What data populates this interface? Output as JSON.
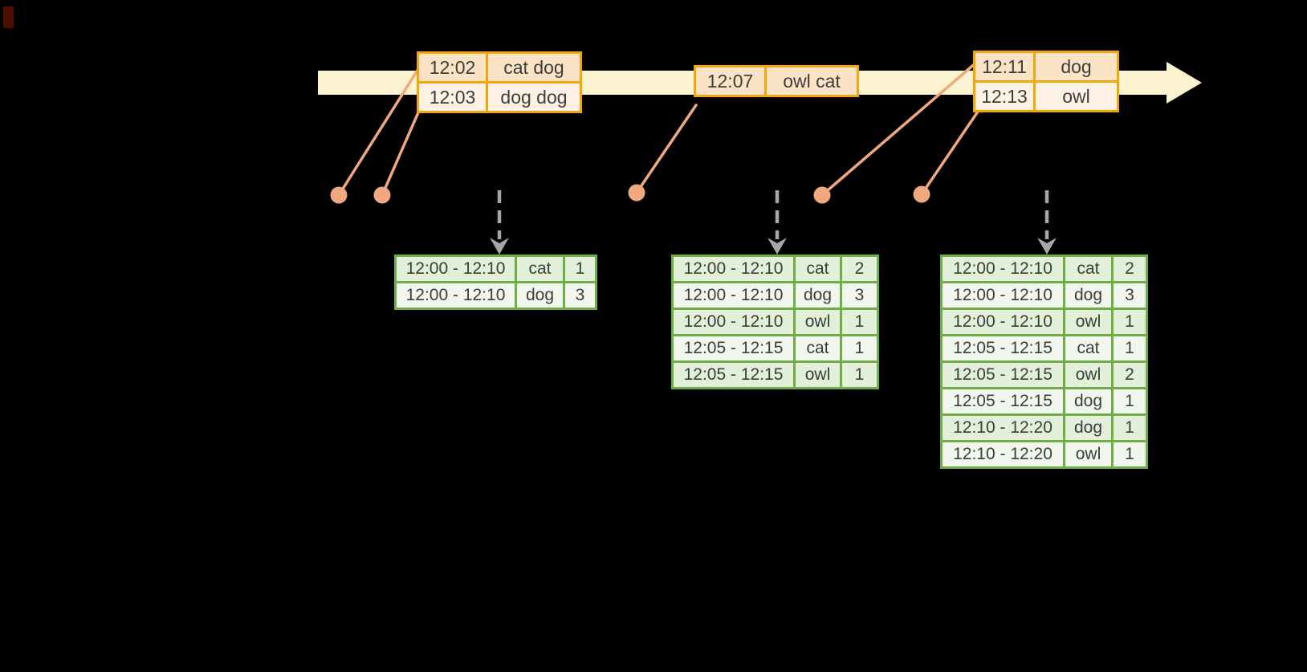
{
  "colors": {
    "background": "#000000",
    "timeline_fill": "#FCF3D0",
    "event_table_border": "#F2A60D",
    "event_row_dark": "#FBE3C5",
    "event_row_light": "#FDF2E3",
    "connector_salmon": "#F0A87E",
    "trigger_arrow_gray": "#A6A6A6",
    "result_table_border": "#70AD47",
    "result_row_dark": "#E2EFD9",
    "result_row_light": "#F1F7EC",
    "text": "#3D3D3D"
  },
  "event_tables": [
    {
      "rows": [
        {
          "time": "12:02",
          "words": "cat dog"
        },
        {
          "time": "12:03",
          "words": "dog dog"
        }
      ]
    },
    {
      "rows": [
        {
          "time": "12:07",
          "words": "owl cat"
        }
      ]
    },
    {
      "rows": [
        {
          "time": "12:11",
          "words": "dog"
        },
        {
          "time": "12:13",
          "words": "owl"
        }
      ]
    }
  ],
  "result_tables": [
    {
      "rows": [
        {
          "window": "12:00 - 12:10",
          "word": "cat",
          "count": "1"
        },
        {
          "window": "12:00 - 12:10",
          "word": "dog",
          "count": "3"
        }
      ]
    },
    {
      "rows": [
        {
          "window": "12:00 - 12:10",
          "word": "cat",
          "count": "2"
        },
        {
          "window": "12:00 - 12:10",
          "word": "dog",
          "count": "3"
        },
        {
          "window": "12:00 - 12:10",
          "word": "owl",
          "count": "1"
        },
        {
          "window": "12:05 - 12:15",
          "word": "cat",
          "count": "1"
        },
        {
          "window": "12:05 - 12:15",
          "word": "owl",
          "count": "1"
        }
      ]
    },
    {
      "rows": [
        {
          "window": "12:00 - 12:10",
          "word": "cat",
          "count": "2"
        },
        {
          "window": "12:00 - 12:10",
          "word": "dog",
          "count": "3"
        },
        {
          "window": "12:00 - 12:10",
          "word": "owl",
          "count": "1"
        },
        {
          "window": "12:05 - 12:15",
          "word": "cat",
          "count": "1"
        },
        {
          "window": "12:05 - 12:15",
          "word": "owl",
          "count": "2"
        },
        {
          "window": "12:05 - 12:15",
          "word": "dog",
          "count": "1"
        },
        {
          "window": "12:10 - 12:20",
          "word": "dog",
          "count": "1"
        },
        {
          "window": "12:10 - 12:20",
          "word": "owl",
          "count": "1"
        }
      ]
    }
  ]
}
